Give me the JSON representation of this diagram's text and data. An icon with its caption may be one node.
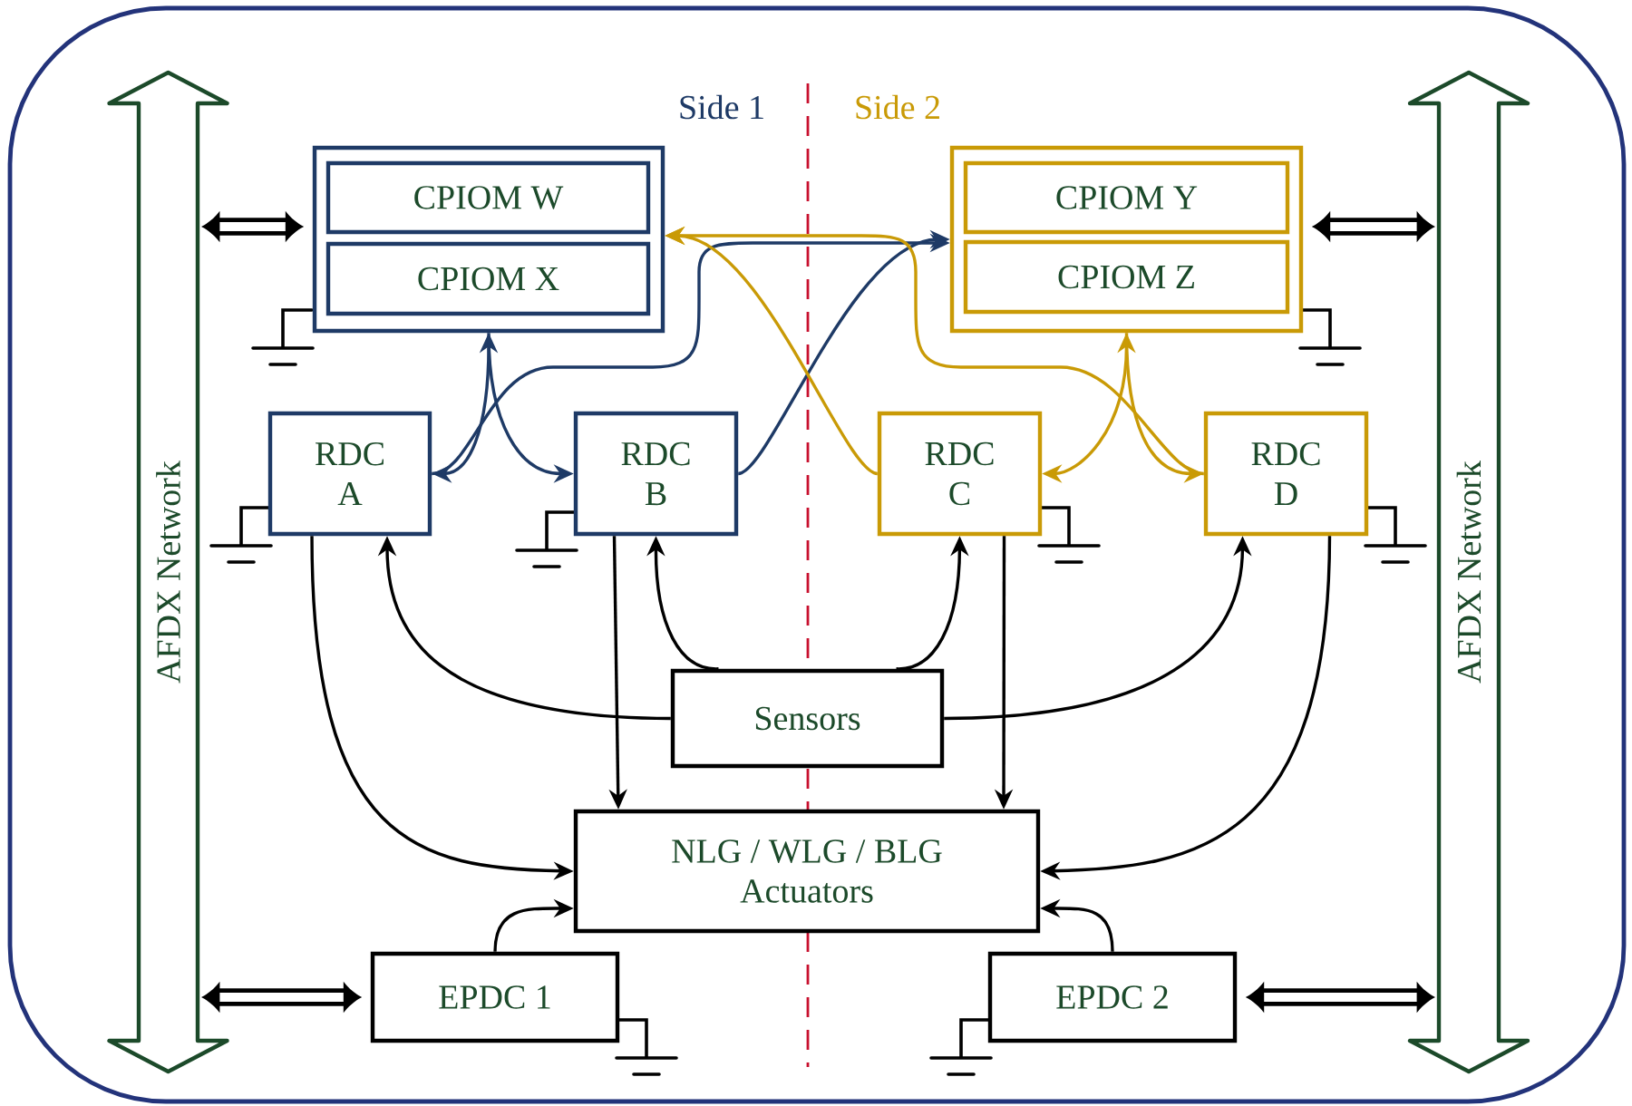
{
  "diagram": {
    "nodes": [
      {
        "text": [],
        "shape": "box"
      },
      {
        "text": [
          "CPIOM W"
        ],
        "in": 0
      },
      {
        "text": [
          "CPIOM X"
        ],
        "in": 0
      },
      {
        "text": [],
        "shape": "box"
      },
      {
        "text": [
          "CPIOM Y"
        ],
        "in": 3
      },
      {
        "text": [
          "CPIOM Z"
        ],
        "in": 3
      },
      {
        "text": [
          "RDC A"
        ]
      },
      {
        "text": [
          "RDC B"
        ]
      },
      {
        "text": [
          "RDC C"
        ]
      },
      {
        "text": [
          "RDC D"
        ]
      },
      {
        "text": [
          "Sensors"
        ]
      },
      {
        "text": [
          "NLG / WLG / BLG Actuators"
        ]
      },
      {
        "text": [
          "EPDC 1"
        ]
      },
      {
        "text": [
          "EPDC 2"
        ]
      },
      {
        "text": [
          "AFDX Network"
        ]
      },
      {
        "text": [
          "AFDX Network"
        ]
      }
    ],
    "edges": [
      {
        "from": 6,
        "to": 0,
        "arrow": "both",
        "color": "#1e3a66"
      },
      {
        "from": 0,
        "to": 7,
        "arrow": "to",
        "color": "#1e3a66"
      },
      {
        "from": 6,
        "to": 3,
        "arrow": "to",
        "color": "#1e3a66"
      },
      {
        "from": 7,
        "to": 3,
        "arrow": "to",
        "color": "#1e3a66"
      },
      {
        "from": 8,
        "to": 0,
        "arrow": "to",
        "color": "#c99a06"
      },
      {
        "from": 3,
        "to": 8,
        "arrow": "both",
        "color": "#c99a06"
      },
      {
        "from": 3,
        "to": 9,
        "arrow": "to",
        "color": "#c99a06"
      },
      {
        "from": 9,
        "to": 0,
        "arrow": "to",
        "color": "#c99a06"
      },
      {
        "from": 10,
        "to": 6,
        "arrow": "to"
      },
      {
        "from": 10,
        "to": 7,
        "arrow": "to"
      },
      {
        "from": 10,
        "to": 8,
        "arrow": "to"
      },
      {
        "from": 10,
        "to": 9,
        "arrow": "to"
      },
      {
        "from": 6,
        "to": 11,
        "arrow": "to"
      },
      {
        "from": 7,
        "to": 11,
        "arrow": "to"
      },
      {
        "from": 8,
        "to": 11,
        "arrow": "to"
      },
      {
        "from": 9,
        "to": 11,
        "arrow": "to"
      },
      {
        "from": 12,
        "to": 11,
        "arrow": "to"
      },
      {
        "from": 13,
        "to": 11,
        "arrow": "to"
      },
      {
        "from": 14,
        "to": 0,
        "arrow": "both",
        "style": "thick"
      },
      {
        "from": 15,
        "to": 3,
        "arrow": "both",
        "style": "thick"
      },
      {
        "from": 14,
        "to": 12,
        "arrow": "both",
        "style": "thick"
      },
      {
        "from": 15,
        "to": 13,
        "arrow": "both",
        "style": "thick"
      }
    ],
    "labels": [
      "Side 1",
      "Side 2"
    ]
  }
}
